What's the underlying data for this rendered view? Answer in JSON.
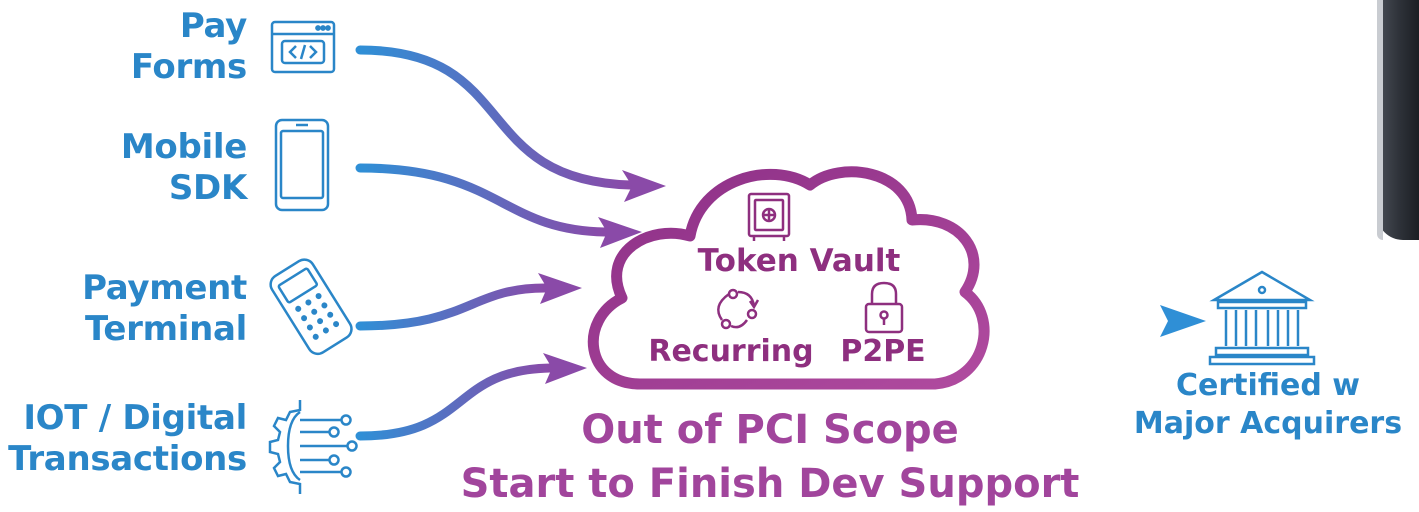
{
  "sources": [
    {
      "id": "pay-forms",
      "lines": [
        "Pay",
        "Forms"
      ],
      "icon": "code-window-icon"
    },
    {
      "id": "mobile-sdk",
      "lines": [
        "Mobile",
        "SDK"
      ],
      "icon": "smartphone-icon"
    },
    {
      "id": "payment-terminal",
      "lines": [
        "Payment",
        "Terminal"
      ],
      "icon": "card-terminal-icon"
    },
    {
      "id": "iot-digital",
      "lines": [
        "IOT / Digital",
        "Transactions"
      ],
      "icon": "circuit-gear-icon"
    }
  ],
  "cloud": {
    "token_vault": "Token Vault",
    "recurring": "Recurring",
    "p2pe": "P2PE",
    "icons": [
      "safe-icon",
      "recurring-cycle-icon",
      "lock-icon"
    ]
  },
  "captions": {
    "line1": "Out of PCI Scope",
    "line2": "Start to Finish Dev Support"
  },
  "destination": {
    "lines": [
      "Certified w",
      "Major Acquirers"
    ],
    "icon": "bank-icon"
  },
  "colors": {
    "blue": "#2a86c8",
    "purple": "#a1459c",
    "gradient_start": "#2f8fd6",
    "gradient_end": "#a0449c"
  }
}
